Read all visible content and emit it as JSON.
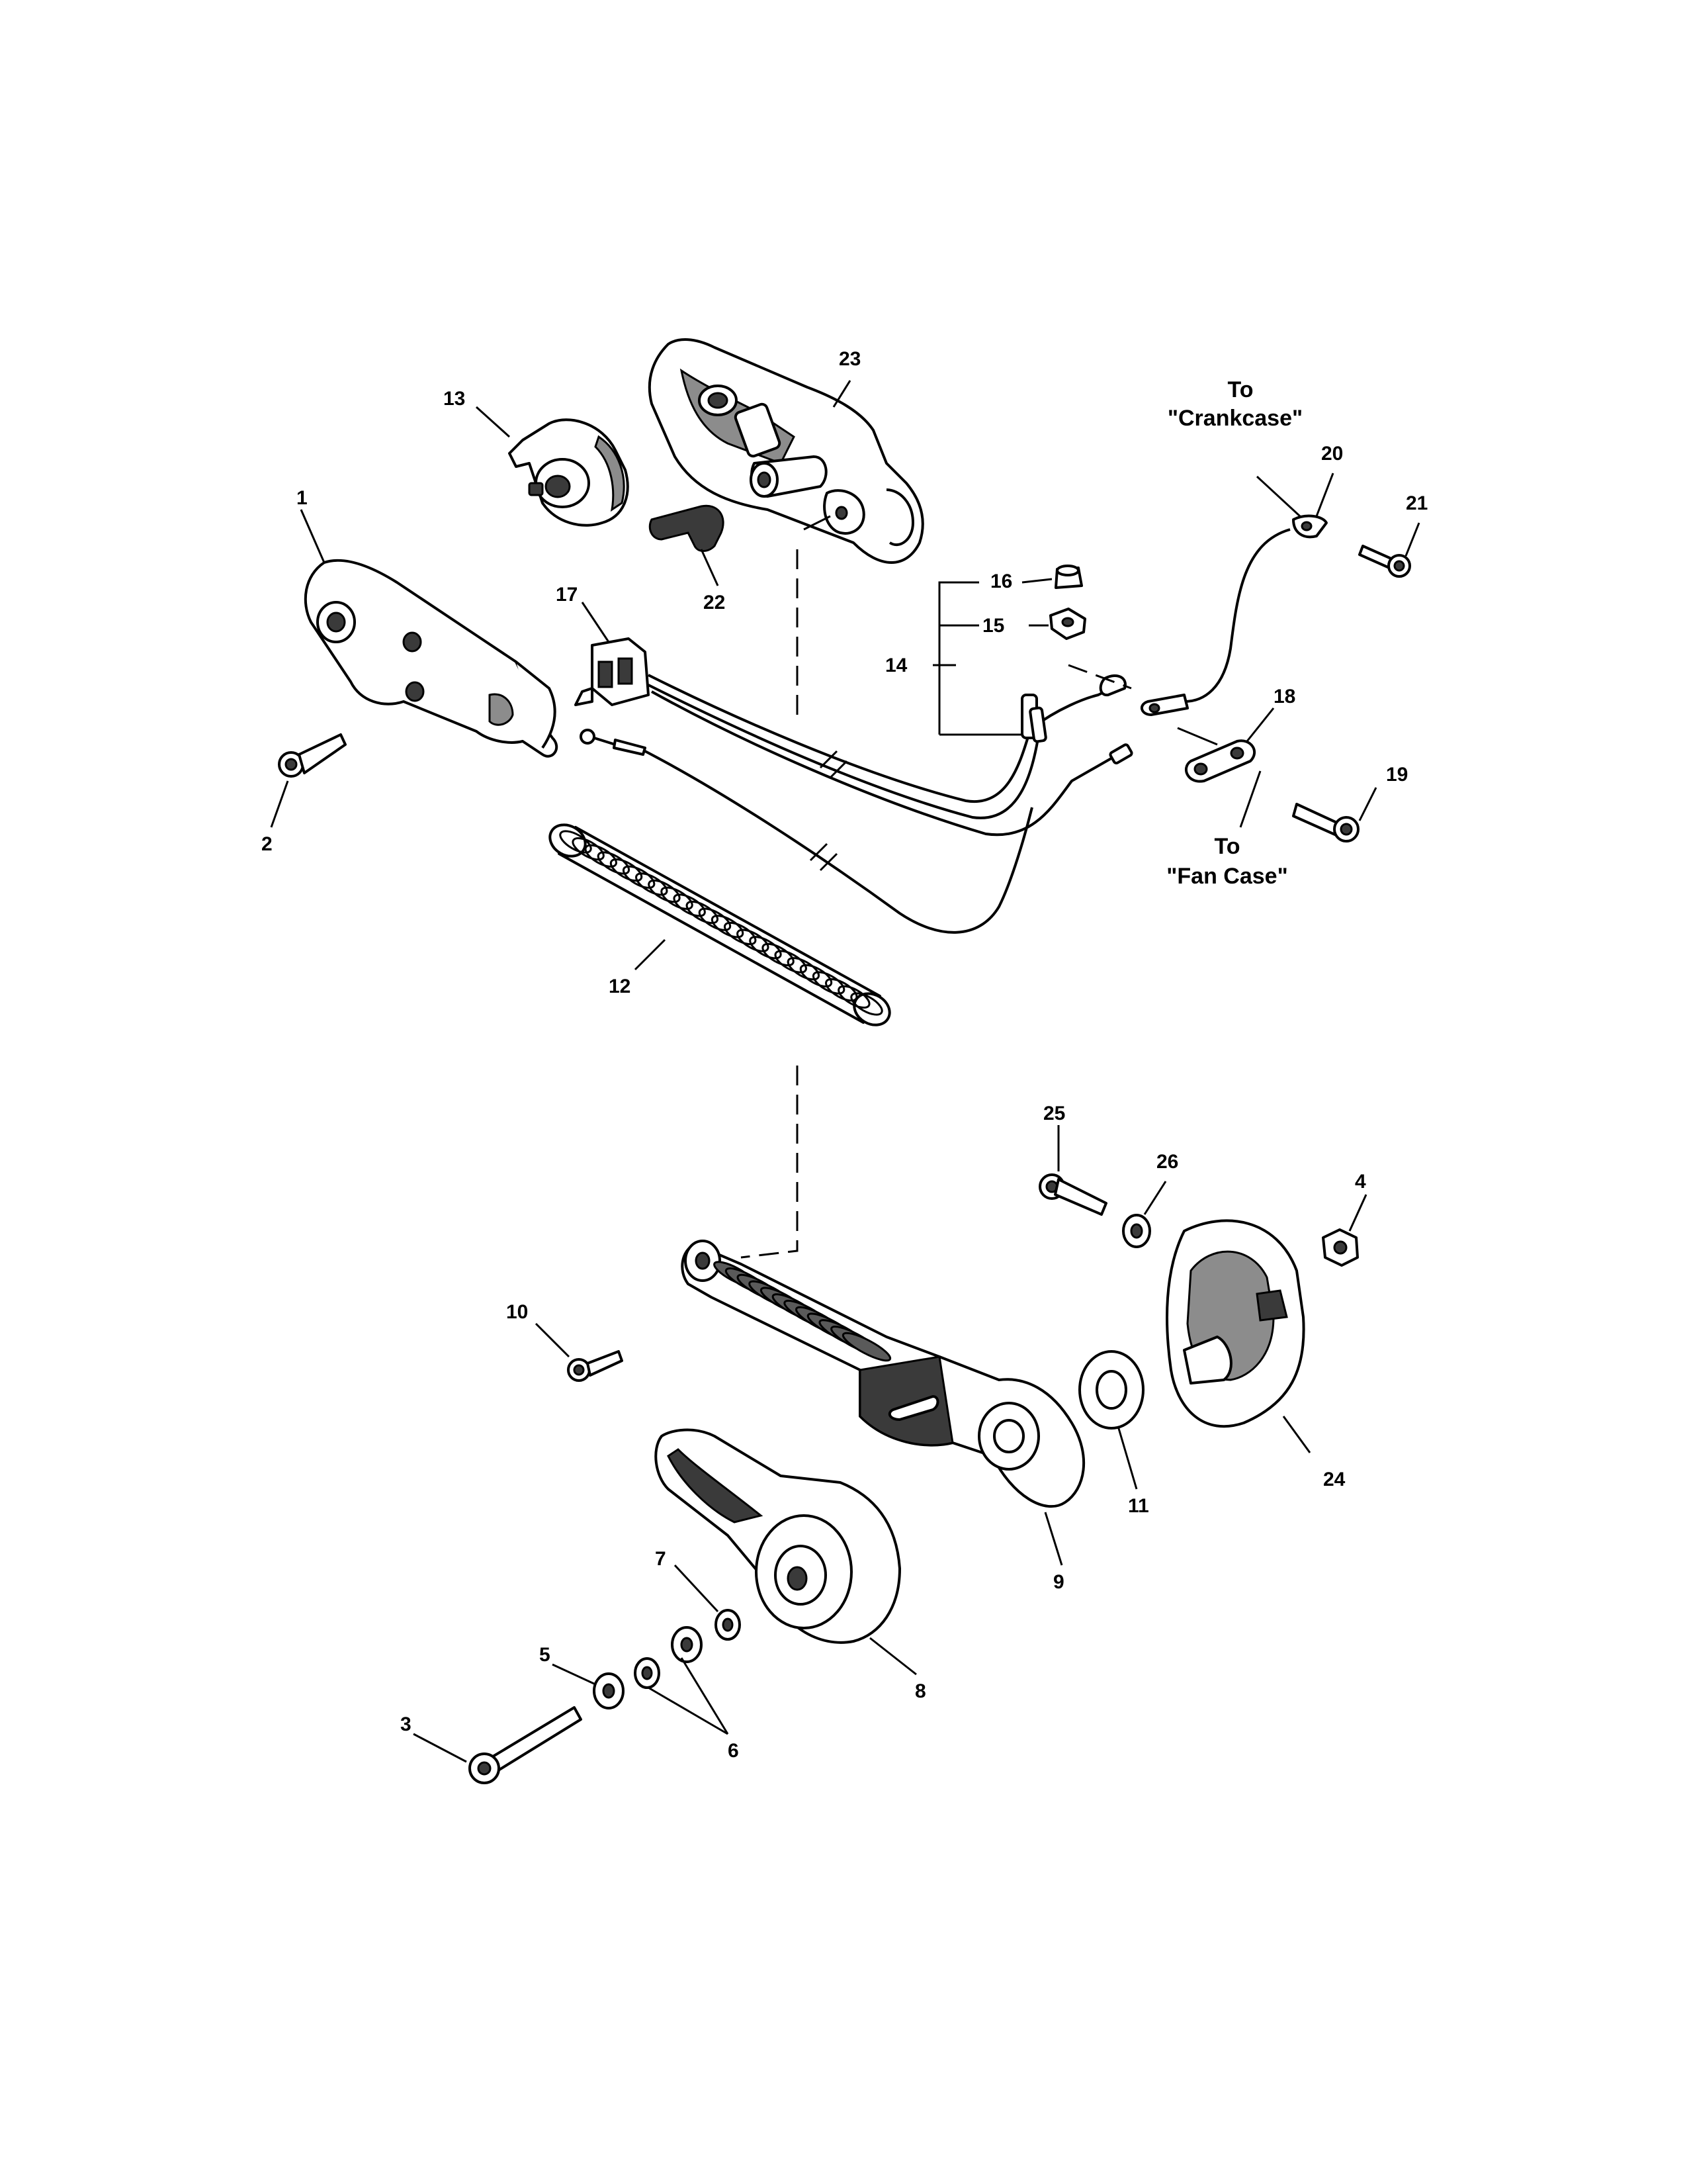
{
  "diagram": {
    "part_labels": {
      "p1": "1",
      "p2": "2",
      "p3": "3",
      "p4": "4",
      "p5": "5",
      "p6": "6",
      "p7": "7",
      "p8": "8",
      "p9": "9",
      "p10": "10",
      "p11": "11",
      "p12": "12",
      "p13": "13",
      "p14": "14",
      "p15": "15",
      "p16": "16",
      "p17": "17",
      "p18": "18",
      "p19": "19",
      "p20": "20",
      "p21": "21",
      "p22": "22",
      "p23": "23",
      "p24": "24",
      "p25": "25",
      "p26": "26"
    },
    "notes": {
      "to_crankcase_line1": "To",
      "to_crankcase_line2": "\"Crankcase\"",
      "to_fancase_line1": "To",
      "to_fancase_line2": "\"Fan Case\""
    }
  }
}
